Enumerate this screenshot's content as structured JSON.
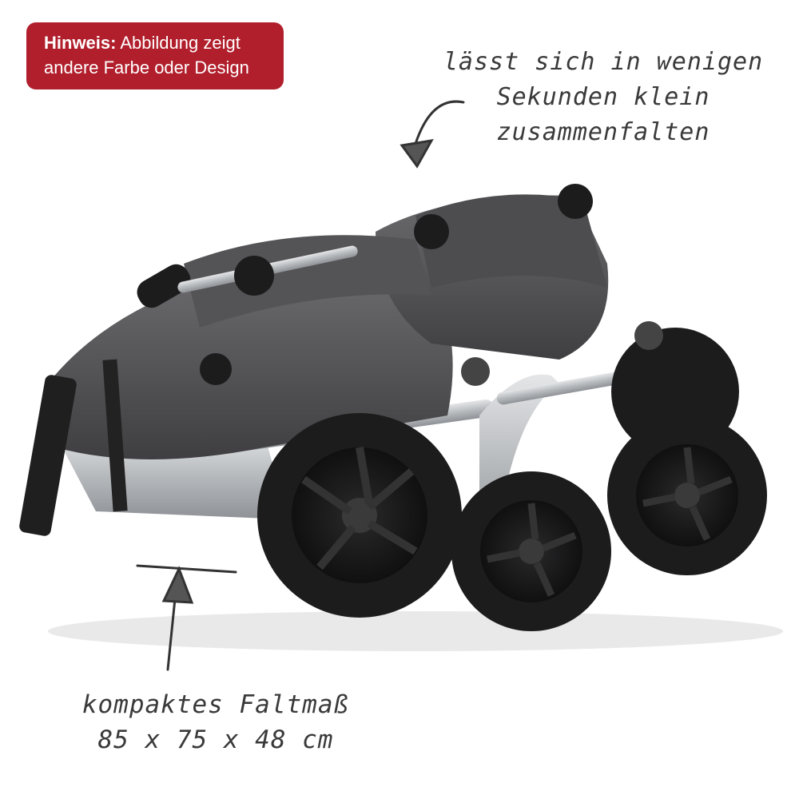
{
  "notice": {
    "bold": "Hinweis:",
    "line1": "Abbildung zeigt",
    "line2": "andere Farbe oder Design"
  },
  "caption_top": {
    "line1": "lässt sich in wenigen",
    "line2": "Sekunden klein",
    "line3": "zusammenfalten"
  },
  "caption_bottom": {
    "line1": "kompaktes Faltmaß",
    "line2": "85 x 75 x 48 cm"
  },
  "colors": {
    "notice_bg": "#b11f2c",
    "fabric": "#5b5a5c",
    "frame": "#c8cacc",
    "tire": "#1c1c1d"
  }
}
